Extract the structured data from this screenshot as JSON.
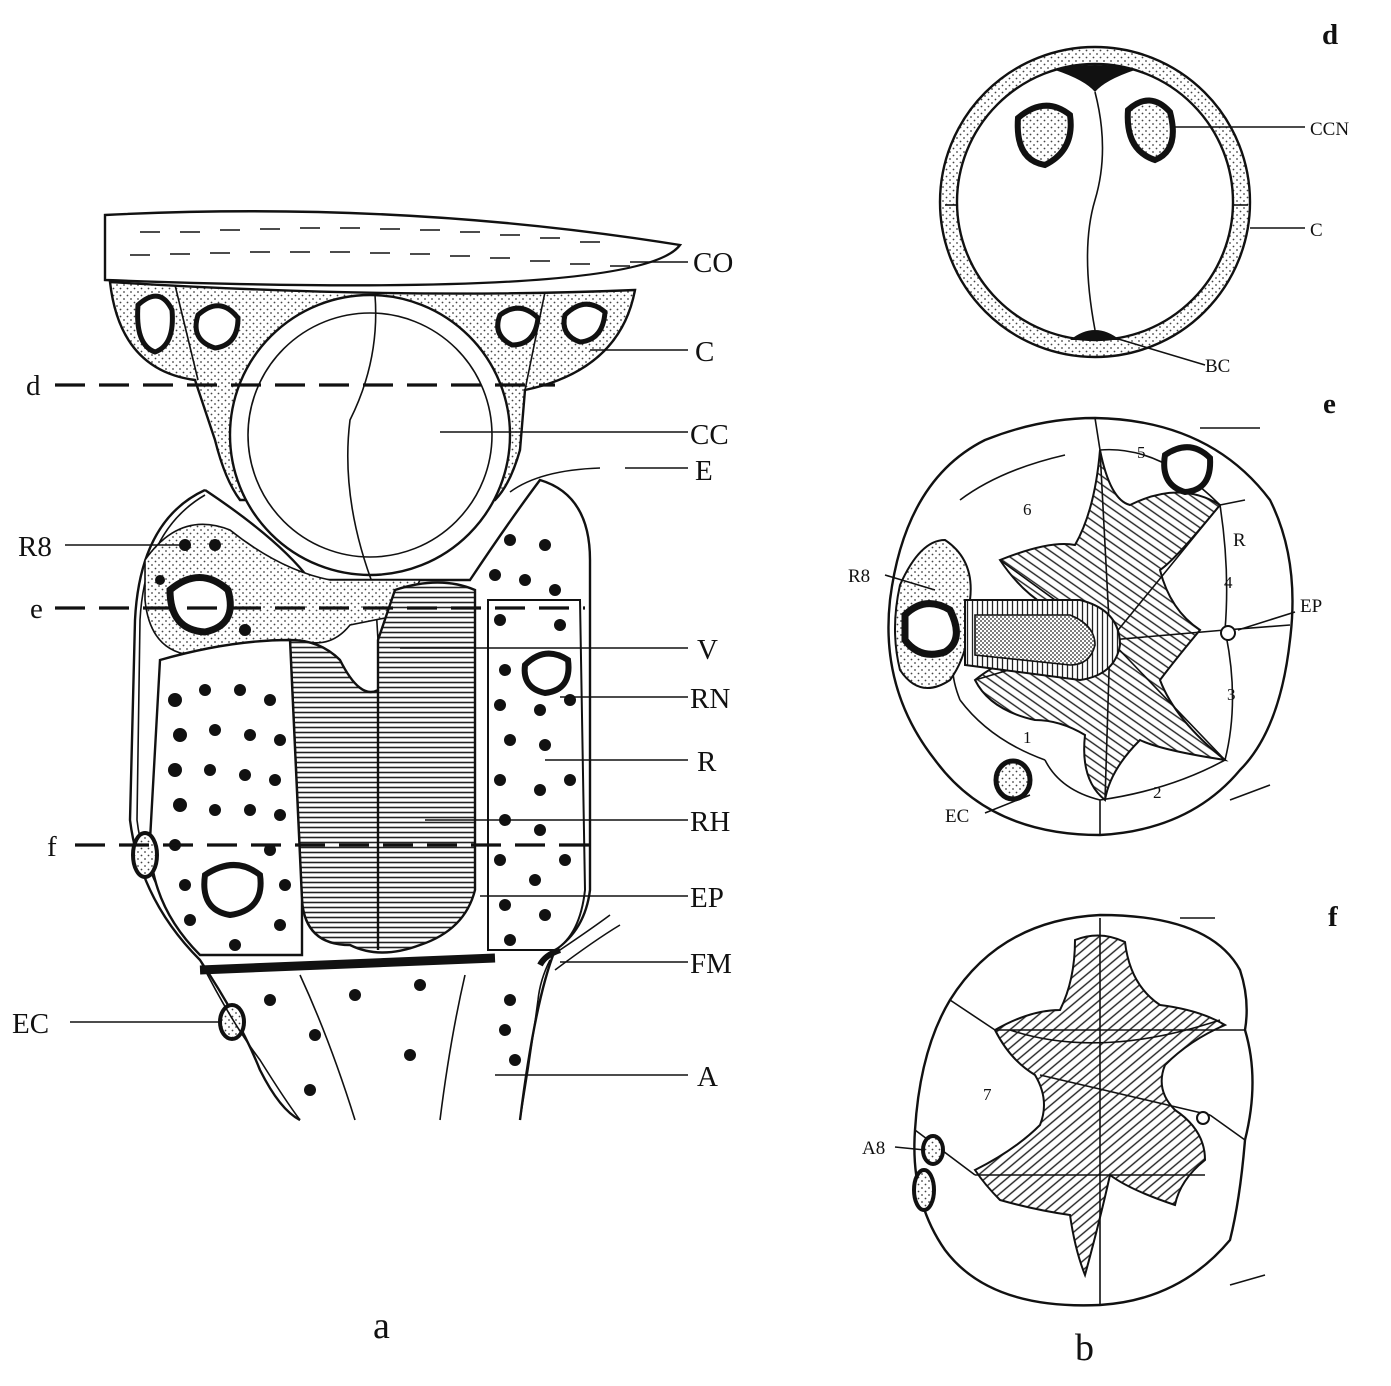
{
  "panels": {
    "a": "a",
    "b": "b",
    "d": "d",
    "e": "e",
    "f": "f"
  },
  "panel_a_labels": {
    "co": "CO",
    "c": "C",
    "cc": "CC",
    "e_label": "E",
    "r8": "R8",
    "v": "V",
    "rn": "RN",
    "r": "R",
    "rh": "RH",
    "ep": "EP",
    "fm": "FM",
    "ec": "EC",
    "a": "A",
    "section_d": "d",
    "section_e": "e",
    "section_f": "f"
  },
  "panel_d_labels": {
    "ccn": "CCN",
    "c": "C",
    "bc": "BC"
  },
  "panel_e_labels": {
    "r8": "R8",
    "ep": "EP",
    "ec": "EC",
    "r": "R",
    "cells": [
      "1",
      "2",
      "3",
      "4",
      "5",
      "6"
    ]
  },
  "panel_f_labels": {
    "a8": "A8",
    "cell7": "7"
  },
  "colors": {
    "ink": "#111111",
    "background": "#ffffff",
    "stipple": "#cfcfcf"
  }
}
